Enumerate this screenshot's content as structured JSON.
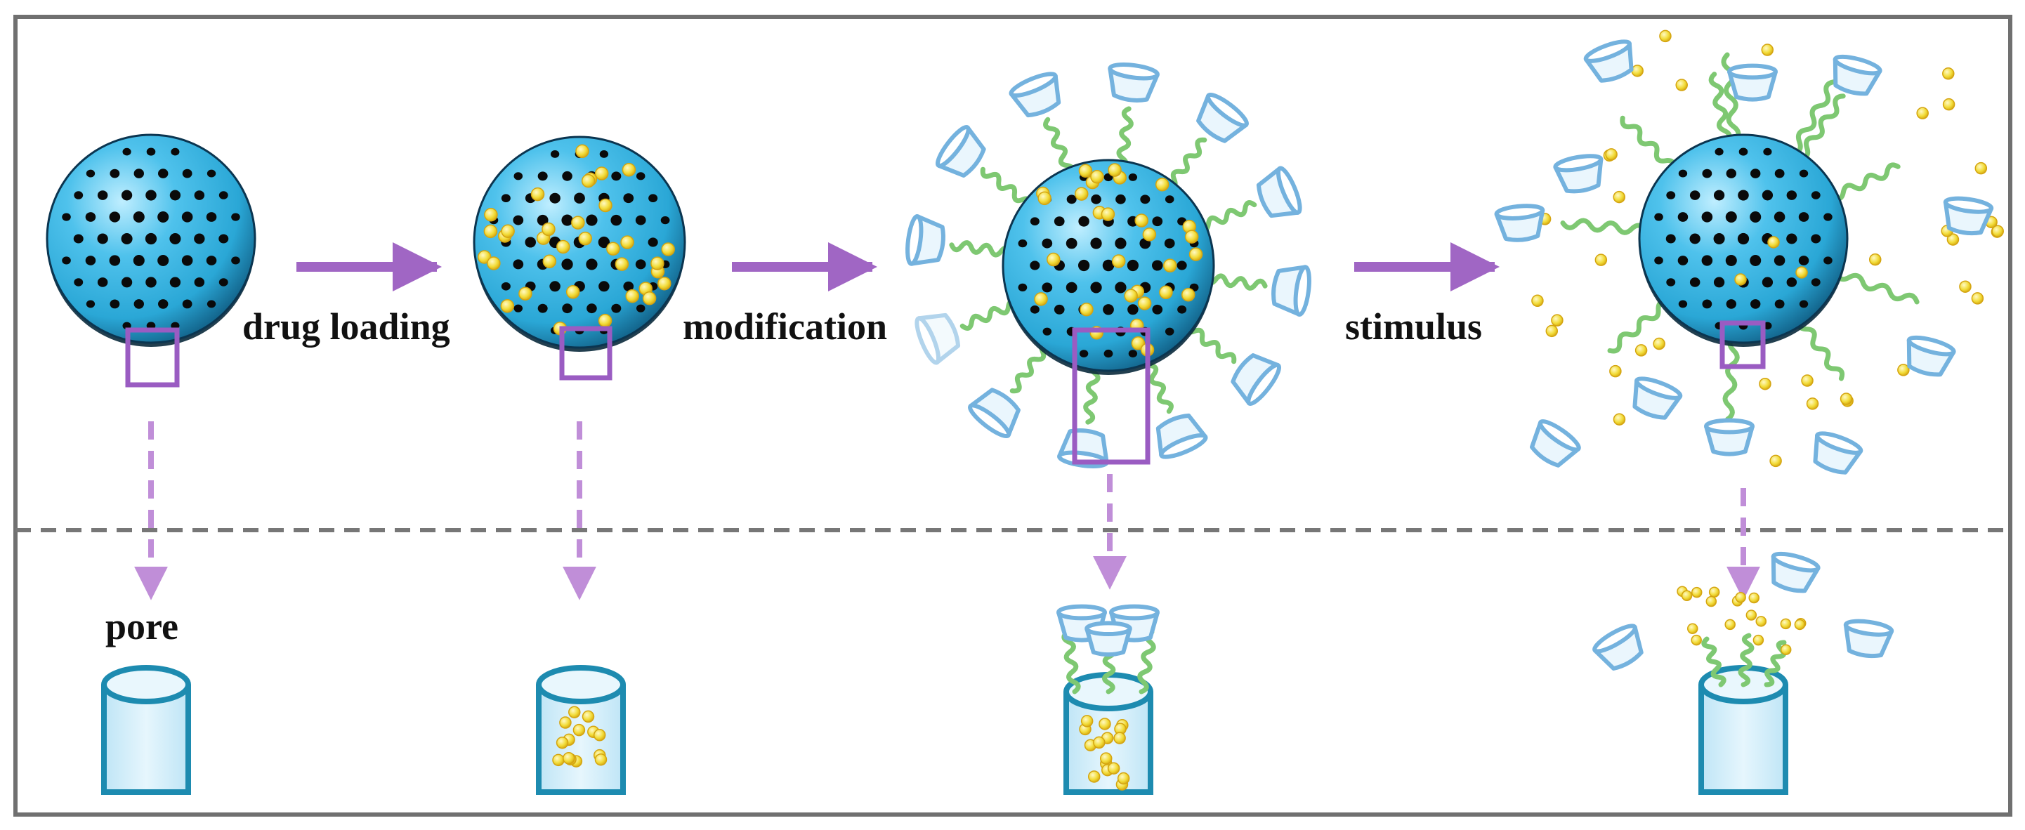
{
  "labels": {
    "drug_loading": "drug loading",
    "modification": "modification",
    "stimulus": "stimulus",
    "pore": "pore"
  },
  "colors": {
    "frame": "#707070",
    "divider": "#777777",
    "sphere": "#2aa7d6",
    "sphere_dark": "#11577a",
    "pore_hole": "#0a0a0a",
    "arrow": "#a066c4",
    "dashed_arrow": "#c08ed8",
    "highlight_box": "#9a5cc2",
    "drug": "#f2dc38",
    "drug_edge": "#d4a410",
    "polymer": "#7ec872",
    "cap": "#74b2de",
    "cap_fill": "#eaf6fd",
    "pore_wall": "#1d8bb0",
    "pore_fill": "#d5eef9"
  },
  "icons": {
    "nanoparticle": "mesoporous-sphere-icon",
    "gatekeeper": "cap-cup-icon",
    "linker": "wavy-chain-icon",
    "cargo": "drug-dot-icon",
    "channel": "pore-cylinder-icon"
  }
}
